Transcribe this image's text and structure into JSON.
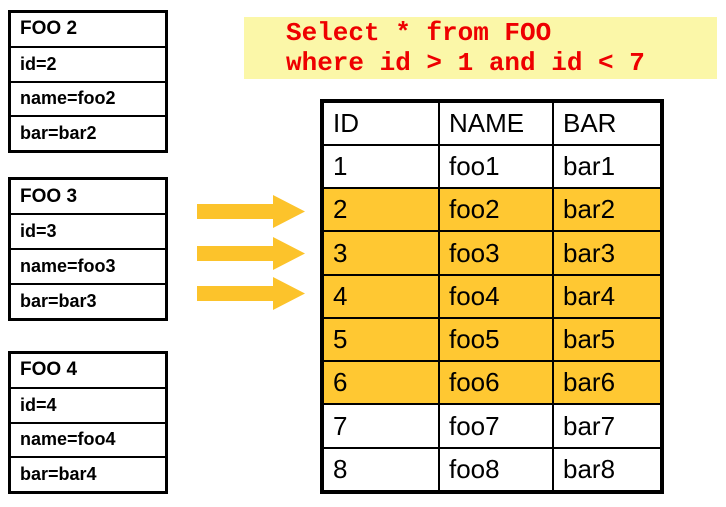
{
  "query": {
    "line1": "Select * from FOO",
    "line2": "where id > 1 and id < 7",
    "text_color": "#ee0000",
    "background_color": "#fbf7a8"
  },
  "source_records": [
    {
      "title": "FOO 2",
      "fields": [
        "id=2",
        "name=foo2",
        "bar=bar2"
      ]
    },
    {
      "title": "FOO 3",
      "fields": [
        "id=3",
        "name=foo3",
        "bar=bar3"
      ]
    },
    {
      "title": "FOO 4",
      "fields": [
        "id=4",
        "name=foo4",
        "bar=bar4"
      ]
    }
  ],
  "arrows": {
    "count": 3,
    "direction": "right",
    "color": "#fcc32b"
  },
  "result_table": {
    "headers": [
      "ID",
      "NAME",
      "BAR"
    ],
    "rows": [
      {
        "id": "1",
        "name": "foo1",
        "bar": "bar1",
        "highlighted": false
      },
      {
        "id": "2",
        "name": "foo2",
        "bar": "bar2",
        "highlighted": true
      },
      {
        "id": "3",
        "name": "foo3",
        "bar": "bar3",
        "highlighted": true
      },
      {
        "id": "4",
        "name": "foo4",
        "bar": "bar4",
        "highlighted": true
      },
      {
        "id": "5",
        "name": "foo5",
        "bar": "bar5",
        "highlighted": true
      },
      {
        "id": "6",
        "name": "foo6",
        "bar": "bar6",
        "highlighted": true
      },
      {
        "id": "7",
        "name": "foo7",
        "bar": "bar7",
        "highlighted": false
      },
      {
        "id": "8",
        "name": "foo8",
        "bar": "bar8",
        "highlighted": false
      }
    ],
    "highlight_color": "#ffc832",
    "border_color": "#000000"
  }
}
